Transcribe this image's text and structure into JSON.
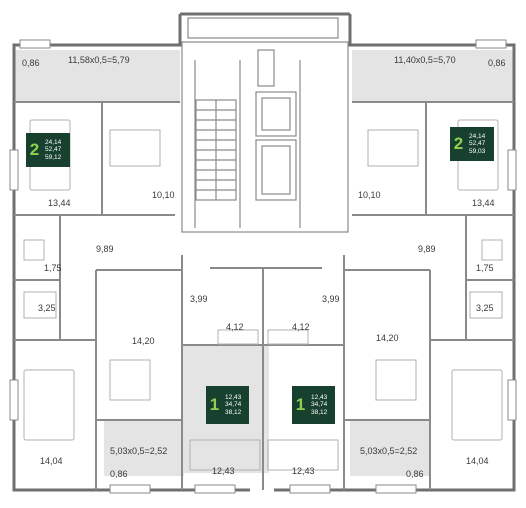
{
  "colors": {
    "wall": "#6f6f6f",
    "wall_light": "#9a9a9a",
    "shaded_area": "#e4e4e4",
    "badge_bg": "#17402f",
    "badge_number": "#8fd14f",
    "background": "#ffffff"
  },
  "labels": {
    "balcony_tl_small": "0,86",
    "balcony_tl_calc": "11,58x0,5=5,79",
    "balcony_tr_calc": "11,40x0,5=5,70",
    "balcony_tr_small": "0,86",
    "room_tl_bedroom": "13,44",
    "room_tl_kitchen": "10,10",
    "room_tl_hall": "9,89",
    "room_tl_wc": "1,75",
    "room_tl_bath": "3,25",
    "room_tr_kitchen": "10,10",
    "room_tr_bedroom": "13,44",
    "room_tr_hall": "9,89",
    "room_tr_wc": "1,75",
    "room_tr_bath": "3,25",
    "room_ml_bath": "3,99",
    "room_mr_bath": "3,99",
    "room_ml_hall": "4,12",
    "room_mr_hall": "4,12",
    "room_l_kitchen": "14,20",
    "room_r_kitchen": "14,20",
    "room_bl_bedroom": "14,04",
    "room_br_bedroom": "14,04",
    "room_bl_balcony_calc": "5,03x0,5=2,52",
    "room_br_balcony_calc": "5,03x0,5=2,52",
    "room_bl_balcony_small": "0,86",
    "room_br_balcony_small": "0,86",
    "room_bml_living": "12,43",
    "room_bmr_living": "12,43"
  },
  "badges": {
    "apt_tl": {
      "rooms": "2",
      "a": "24,14",
      "b": "52,47",
      "c": "59,12"
    },
    "apt_tr": {
      "rooms": "2",
      "a": "24,14",
      "b": "52,47",
      "c": "59,03"
    },
    "apt_bl": {
      "rooms": "1",
      "a": "12,43",
      "b": "34,74",
      "c": "38,12"
    },
    "apt_br": {
      "rooms": "1",
      "a": "12,43",
      "b": "34,74",
      "c": "38,12"
    }
  }
}
